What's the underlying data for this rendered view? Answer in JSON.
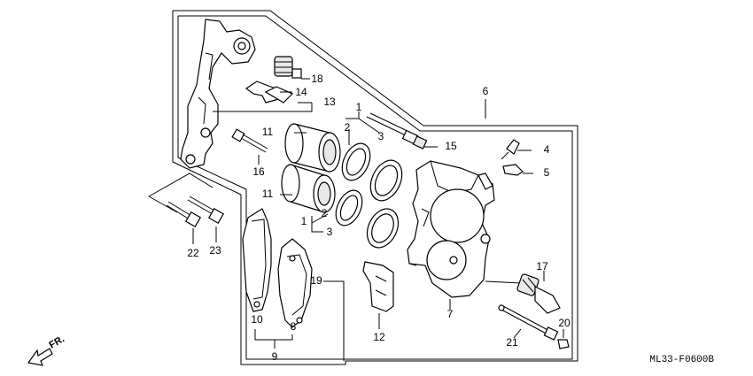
{
  "diagram": {
    "code": "ML33-F0600B",
    "direction_label": "FR.",
    "callouts": {
      "c1a": "1",
      "c1b": "1",
      "c2a": "2",
      "c2b": "2",
      "c3a": "3",
      "c3b": "3",
      "c4": "4",
      "c5": "5",
      "c6": "6",
      "c7": "7",
      "c8": "8",
      "c9": "9",
      "c10": "10",
      "c11a": "11",
      "c11b": "11",
      "c12": "12",
      "c13": "13",
      "c14": "14",
      "c15": "15",
      "c16": "16",
      "c17": "17",
      "c18": "18",
      "c19": "19",
      "c20": "20",
      "c21": "21",
      "c22": "22",
      "c23": "23"
    }
  }
}
